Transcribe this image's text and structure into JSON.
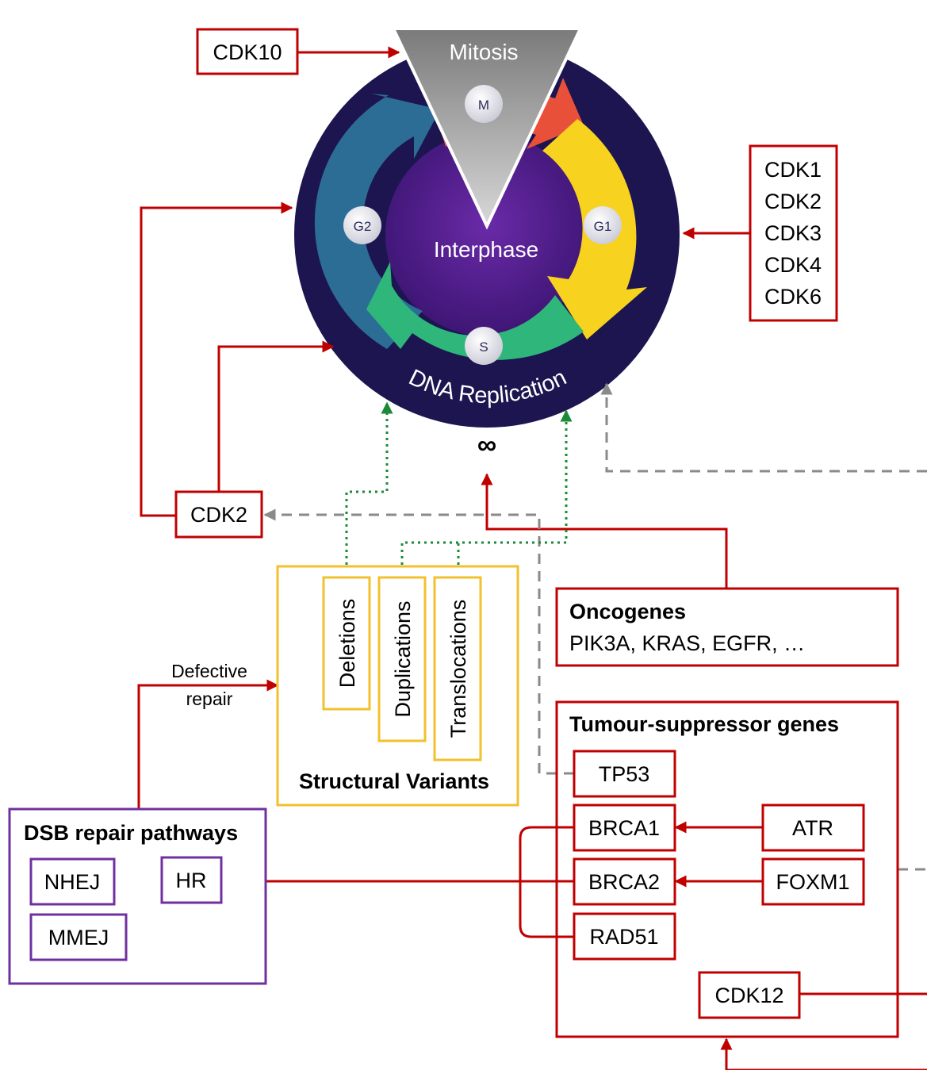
{
  "colors": {
    "red": "#c00000",
    "purple": "#7030a0",
    "gold": "#f2c12e",
    "green": "#1a8a3a",
    "grey": "#8a8a8a",
    "cycle_navy": "#1c1550",
    "cycle_center": "#4a1a86",
    "phase_m": "#e8503a",
    "phase_g1": "#f7d21e",
    "phase_s": "#2fb67a",
    "phase_g2": "#2c6d95"
  },
  "cell_cycle": {
    "mitosis": "Mitosis",
    "interphase": "Interphase",
    "dna_replication": "DNA Replication",
    "phases": {
      "m": "M",
      "g1": "G1",
      "s": "S",
      "g2": "G2"
    },
    "infinity": "∞"
  },
  "cdk10": {
    "label": "CDK10"
  },
  "cdk_list": {
    "items": [
      "CDK1",
      "CDK2",
      "CDK3",
      "CDK4",
      "CDK6"
    ]
  },
  "cdk2_left": {
    "label": "CDK2"
  },
  "oncogenes": {
    "title": "Oncogenes",
    "genes": "PIK3A, KRAS, EGFR, …"
  },
  "structural_variants": {
    "title": "Structural Variants",
    "items": [
      "Deletions",
      "Duplications",
      "Translocations"
    ]
  },
  "defective_repair": {
    "line1": "Defective",
    "line2": "repair"
  },
  "dsb_repair": {
    "title": "DSB repair pathways",
    "nhej": "NHEJ",
    "hr": "HR",
    "mmej": "MMEJ"
  },
  "tumour_suppressors": {
    "title": "Tumour-suppressor genes",
    "tp53": "TP53",
    "brca1": "BRCA1",
    "brca2": "BRCA2",
    "rad51": "RAD51",
    "atr": "ATR",
    "foxm1": "FOXM1",
    "cdk12": "CDK12"
  }
}
